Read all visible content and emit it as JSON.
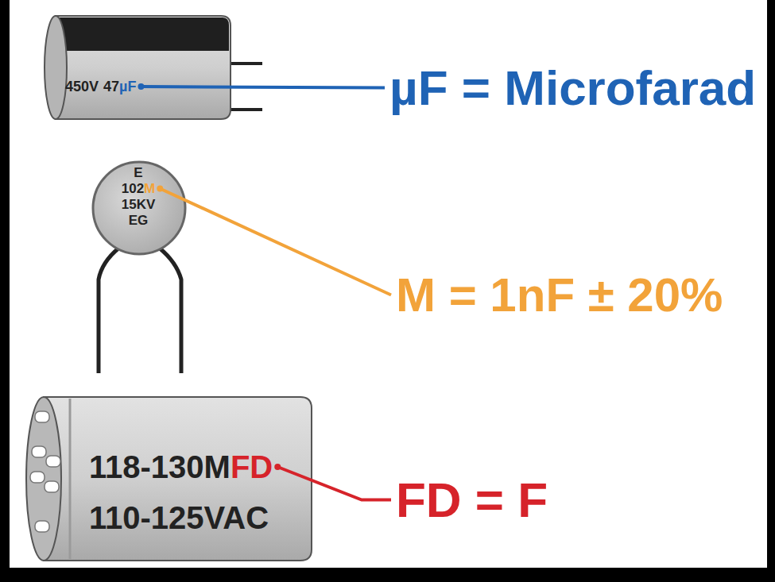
{
  "diagram": {
    "labels": [
      "450V",
      "47",
      "µF",
      "µF = Microfarad",
      "E",
      "102",
      "M",
      "15KV",
      "EG",
      "M = 1nF ± 20%",
      "118-130M",
      "FD",
      "110-125VAC",
      "FD = F"
    ]
  }
}
